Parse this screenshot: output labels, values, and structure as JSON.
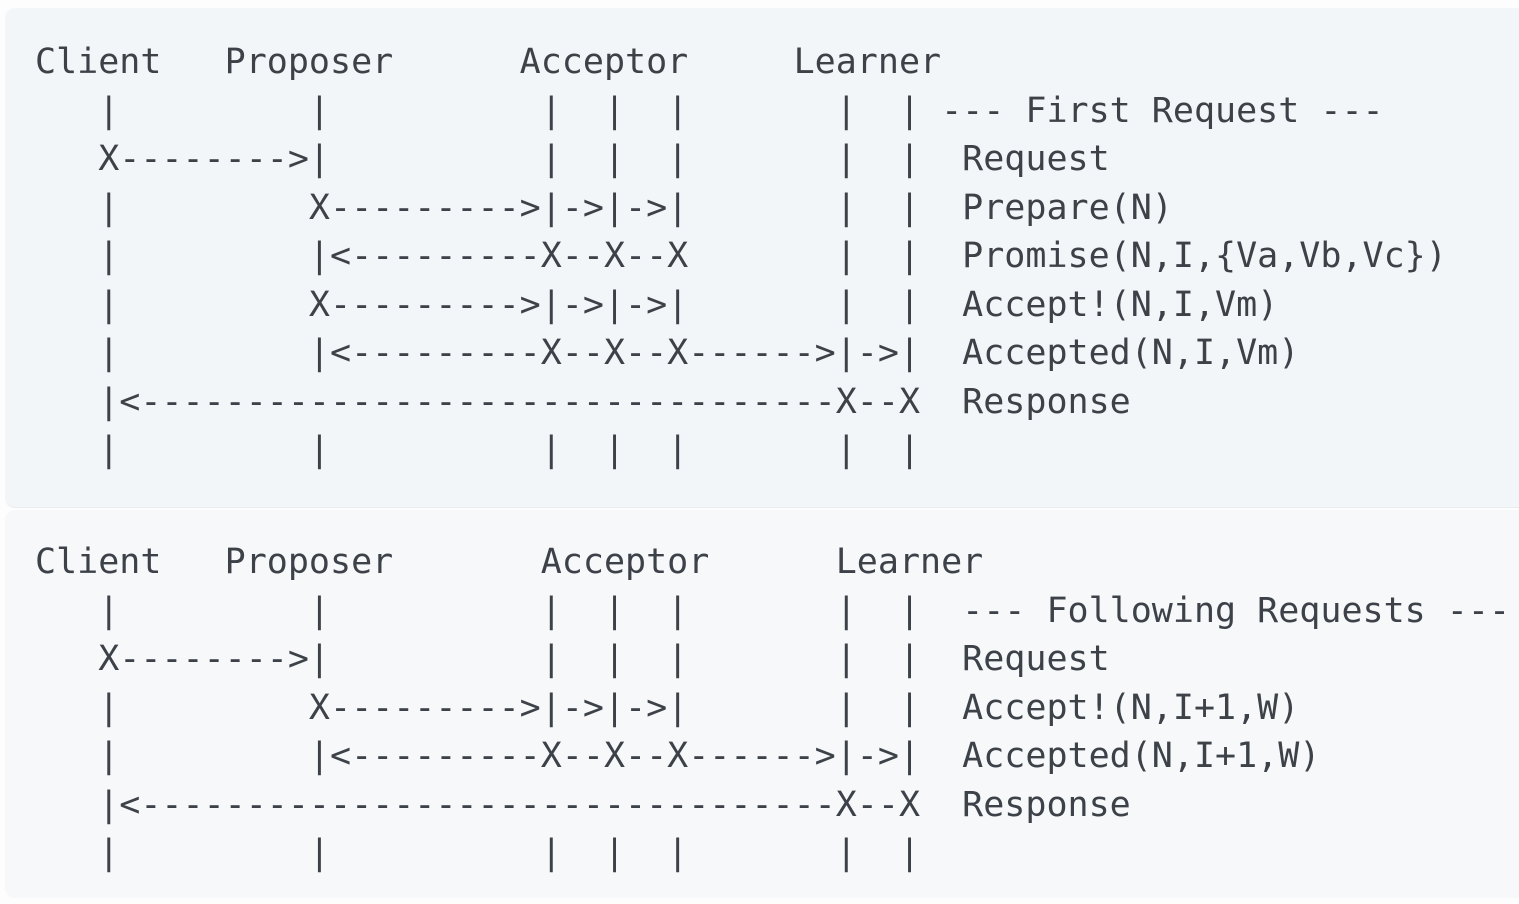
{
  "colors": {
    "page_background": "#fdfdfd",
    "block1_background": "#f3f6f8",
    "block2_background": "#f6f8fa",
    "divider": "#e9edf0",
    "text": "#3d4249"
  },
  "diagrams": [
    {
      "id": "first-request",
      "phase_label": "--- First Request ---",
      "participants": [
        "Client",
        "Proposer",
        "Acceptor",
        "Learner"
      ],
      "messages": [
        "Request",
        "Prepare(N)",
        "Promise(N,I,{Va,Vb,Vc})",
        "Accept!(N,I,Vm)",
        "Accepted(N,I,Vm)",
        "Response"
      ],
      "lines": [
        "Client   Proposer      Acceptor     Learner",
        "   |         |          |  |  |       |  | --- First Request ---",
        "   X-------->|          |  |  |       |  |  Request",
        "   |         X--------->|->|->|       |  |  Prepare(N)",
        "   |         |<---------X--X--X       |  |  Promise(N,I,{Va,Vb,Vc})",
        "   |         X--------->|->|->|       |  |  Accept!(N,I,Vm)",
        "   |         |<---------X--X--X------>|->|  Accepted(N,I,Vm)",
        "   |<---------------------------------X--X  Response",
        "   |         |          |  |  |       |  |"
      ]
    },
    {
      "id": "following-requests",
      "phase_label": "--- Following Requests ---",
      "participants": [
        "Client",
        "Proposer",
        "Acceptor",
        "Learner"
      ],
      "messages": [
        "Request",
        "Accept!(N,I+1,W)",
        "Accepted(N,I+1,W)",
        "Response"
      ],
      "lines": [
        "Client   Proposer       Acceptor      Learner",
        "   |         |          |  |  |       |  |  --- Following Requests ---",
        "   X-------->|          |  |  |       |  |  Request",
        "   |         X--------->|->|->|       |  |  Accept!(N,I+1,W)",
        "   |         |<---------X--X--X------>|->|  Accepted(N,I+1,W)",
        "   |<---------------------------------X--X  Response",
        "   |         |          |  |  |       |  |"
      ]
    }
  ]
}
